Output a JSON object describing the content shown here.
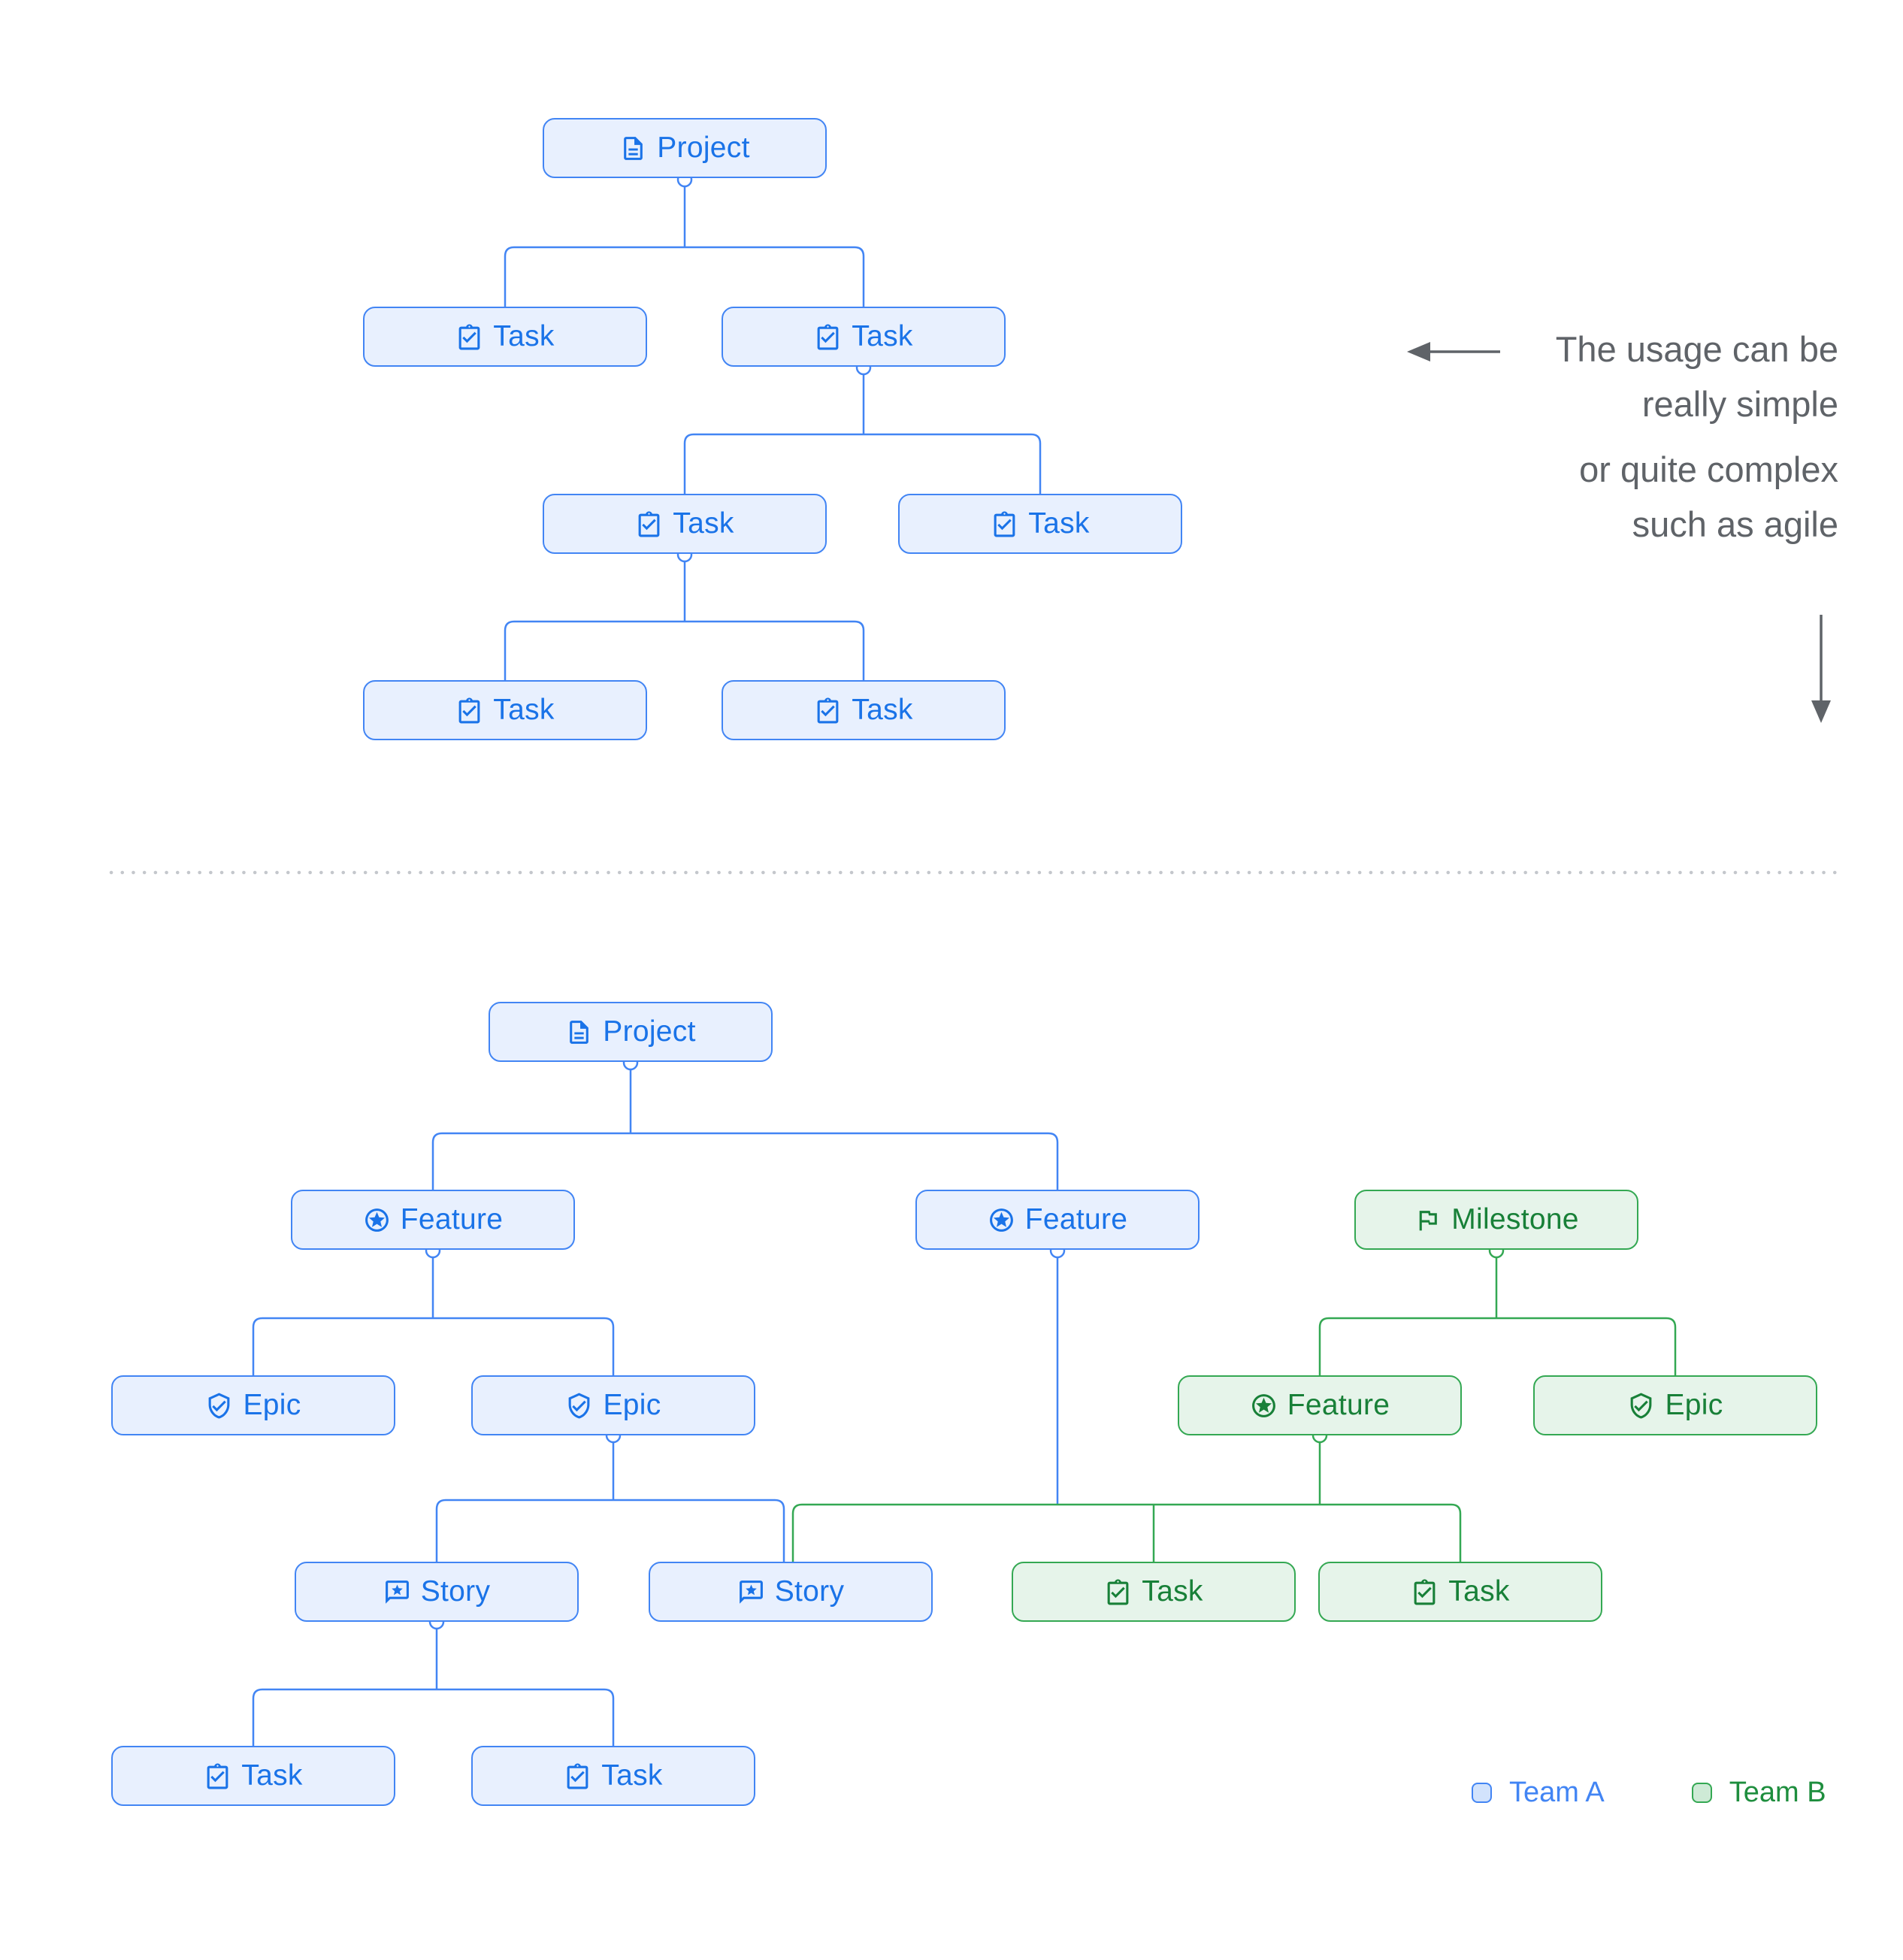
{
  "palette": {
    "team_a_border": "#4285F4",
    "team_a_fill": "#E8F0FE",
    "team_a_text": "#1A73E8",
    "team_b_border": "#34A853",
    "team_b_fill": "#E6F4EA",
    "team_b_text": "#188038",
    "annotation_text": "#5F6368",
    "divider_dots": "#C4C7CC"
  },
  "annotation": {
    "lines": [
      "The usage can be",
      "really simple",
      "or quite complex",
      "such as agile"
    ]
  },
  "legend": {
    "items": [
      {
        "label": "Team A",
        "team": "A"
      },
      {
        "label": "Team B",
        "team": "B"
      }
    ]
  },
  "trees": {
    "simple": {
      "nodes": [
        {
          "id": "project",
          "label": "Project",
          "icon": "document-icon",
          "team": "A"
        },
        {
          "id": "task-1",
          "label": "Task",
          "icon": "task-icon",
          "team": "A"
        },
        {
          "id": "task-2",
          "label": "Task",
          "icon": "task-icon",
          "team": "A"
        },
        {
          "id": "task-3",
          "label": "Task",
          "icon": "task-icon",
          "team": "A"
        },
        {
          "id": "task-4",
          "label": "Task",
          "icon": "task-icon",
          "team": "A"
        },
        {
          "id": "task-5",
          "label": "Task",
          "icon": "task-icon",
          "team": "A"
        },
        {
          "id": "task-6",
          "label": "Task",
          "icon": "task-icon",
          "team": "A"
        }
      ],
      "edges": [
        {
          "from": "project",
          "to": "task-1"
        },
        {
          "from": "project",
          "to": "task-2"
        },
        {
          "from": "task-2",
          "to": "task-3"
        },
        {
          "from": "task-2",
          "to": "task-4"
        },
        {
          "from": "task-3",
          "to": "task-5"
        },
        {
          "from": "task-3",
          "to": "task-6"
        }
      ]
    },
    "complex": {
      "nodes": [
        {
          "id": "project",
          "label": "Project",
          "icon": "document-icon",
          "team": "A"
        },
        {
          "id": "feature-1",
          "label": "Feature",
          "icon": "feature-icon",
          "team": "A"
        },
        {
          "id": "feature-2",
          "label": "Feature",
          "icon": "feature-icon",
          "team": "A"
        },
        {
          "id": "milestone",
          "label": "Milestone",
          "icon": "milestone-icon",
          "team": "B"
        },
        {
          "id": "epic-1",
          "label": "Epic",
          "icon": "epic-icon",
          "team": "A"
        },
        {
          "id": "epic-2",
          "label": "Epic",
          "icon": "epic-icon",
          "team": "A"
        },
        {
          "id": "feature-3",
          "label": "Feature",
          "icon": "feature-icon",
          "team": "B"
        },
        {
          "id": "epic-3",
          "label": "Epic",
          "icon": "epic-icon",
          "team": "B"
        },
        {
          "id": "story-1",
          "label": "Story",
          "icon": "story-icon",
          "team": "A"
        },
        {
          "id": "story-2",
          "label": "Story",
          "icon": "story-icon",
          "team": "A"
        },
        {
          "id": "task-g1",
          "label": "Task",
          "icon": "task-icon",
          "team": "B"
        },
        {
          "id": "task-g2",
          "label": "Task",
          "icon": "task-icon",
          "team": "B"
        },
        {
          "id": "task-1",
          "label": "Task",
          "icon": "task-icon",
          "team": "A"
        },
        {
          "id": "task-2",
          "label": "Task",
          "icon": "task-icon",
          "team": "A"
        }
      ],
      "edges": [
        {
          "from": "project",
          "to": "feature-1"
        },
        {
          "from": "project",
          "to": "feature-2"
        },
        {
          "from": "feature-1",
          "to": "epic-1"
        },
        {
          "from": "feature-1",
          "to": "epic-2"
        },
        {
          "from": "epic-2",
          "to": "story-1"
        },
        {
          "from": "epic-2",
          "to": "story-2"
        },
        {
          "from": "feature-2",
          "to": "story-2"
        },
        {
          "from": "story-1",
          "to": "task-1"
        },
        {
          "from": "story-1",
          "to": "task-2"
        },
        {
          "from": "milestone",
          "to": "feature-3"
        },
        {
          "from": "milestone",
          "to": "epic-3"
        },
        {
          "from": "feature-3",
          "to": "story-2"
        },
        {
          "from": "feature-3",
          "to": "task-g1"
        },
        {
          "from": "feature-3",
          "to": "task-g2"
        }
      ]
    }
  }
}
